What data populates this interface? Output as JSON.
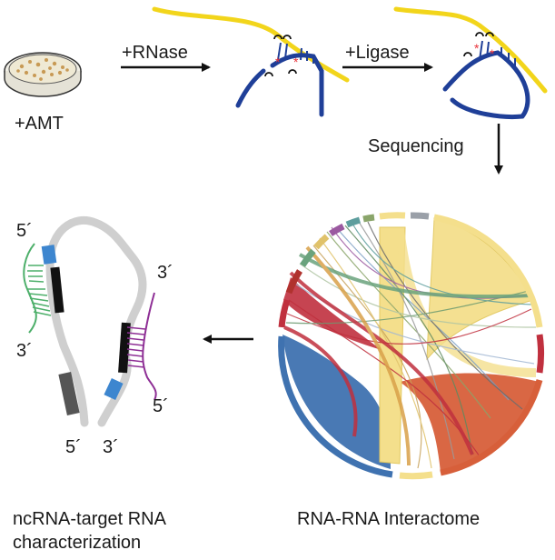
{
  "steps": {
    "amt": "+AMT",
    "rnase": "+RNase",
    "ligase": "+Ligase",
    "sequencing": "Sequencing"
  },
  "duplex": {
    "prime5_a": "5´",
    "prime3_a": "3´",
    "prime3_b": "3´",
    "prime5_b": "5´",
    "prime5_c": "5´",
    "prime3_c": "3´"
  },
  "captions": {
    "left_line1": "ncRNA-target RNA",
    "left_line2": "characterization",
    "right": "RNA-RNA Interactome"
  },
  "colors": {
    "yellow_strand": "#f2d51b",
    "blue_strand": "#1f3f98",
    "crosslink": "#e8333a",
    "green_rna": "#4daf6a",
    "purple_rna": "#8e2f95",
    "chord_yellow": "#f4df8c",
    "chord_blue": "#3f72b0",
    "chord_orange": "#d75f3a",
    "chord_red": "#c0303e"
  }
}
